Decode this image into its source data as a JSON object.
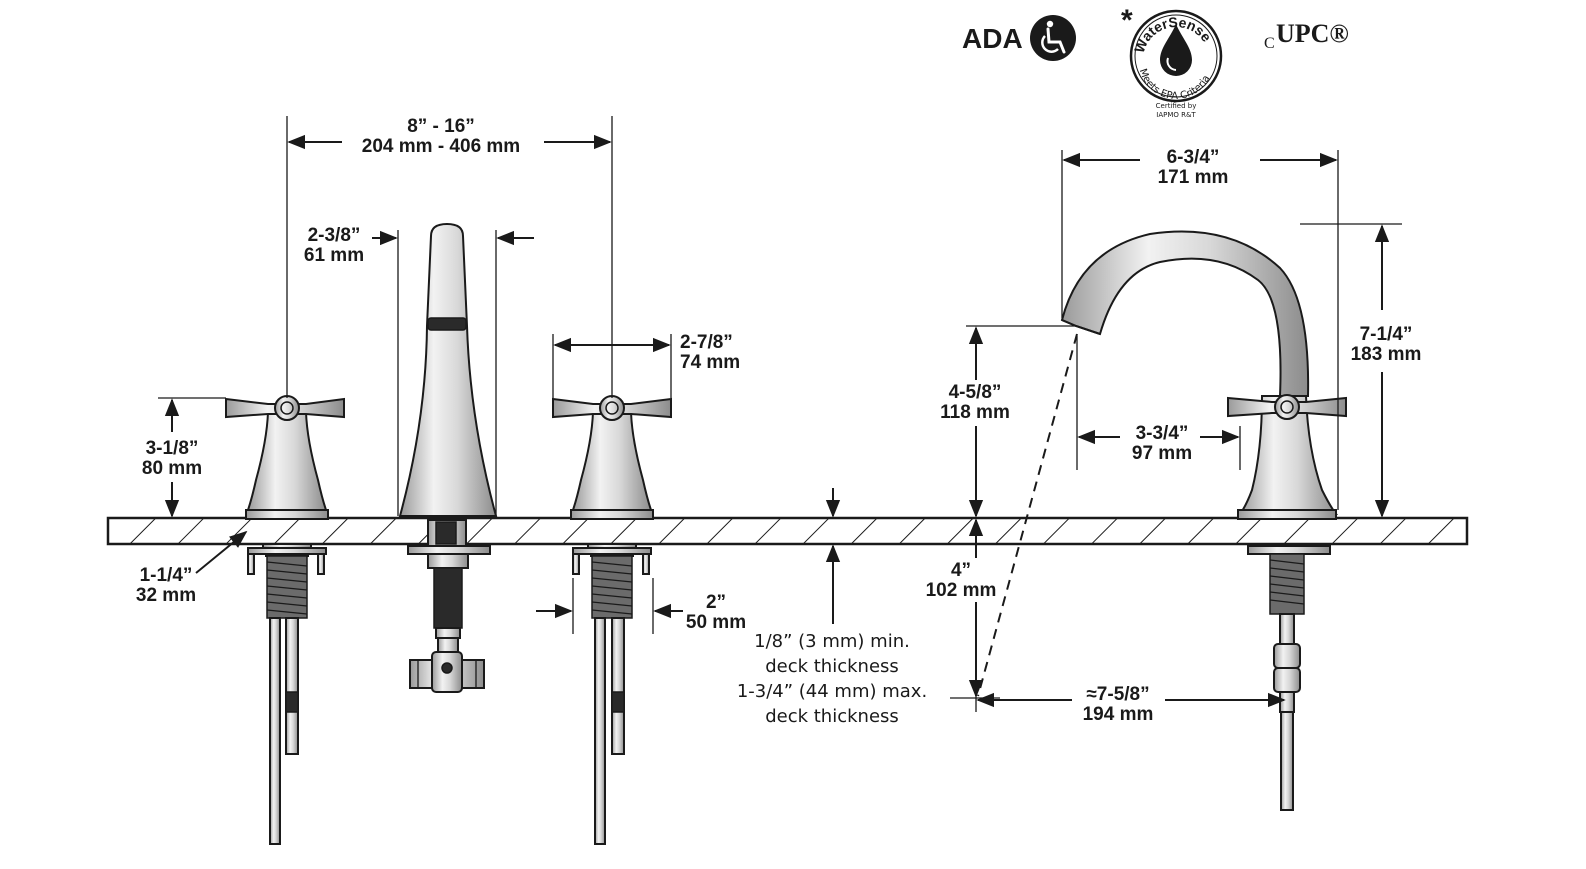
{
  "certifications": {
    "ada": "ADA",
    "watersense_brand": "WaterSense",
    "watersense_tagline": "Meets EPA Criteria",
    "watersense_cert_line1": "Certified by",
    "watersense_cert_line2": "IAPMO R&T",
    "watersense_asterisk": "*",
    "upc_prefix": "C",
    "upc_mark": "UPC®"
  },
  "front_view": {
    "spread": {
      "imperial": "8” - 16”",
      "metric": "204 mm - 406 mm"
    },
    "spout_width": {
      "imperial": "2-3/8”",
      "metric": "61 mm"
    },
    "handle_width": {
      "imperial": "2-7/8”",
      "metric": "74 mm"
    },
    "handle_height": {
      "imperial": "3-1/8”",
      "metric": "80 mm"
    },
    "hole_diameter": {
      "imperial": "1-1/4”",
      "metric": "32 mm"
    },
    "escutcheon_width": {
      "imperial": "2”",
      "metric": "50 mm"
    },
    "deck_note": {
      "line1": "1/8” (3 mm) min.",
      "line2": "deck thickness",
      "line3": "1-3/4” (44 mm) max.",
      "line4": "deck thickness"
    }
  },
  "side_view": {
    "spout_reach": {
      "imperial": "6-3/4”",
      "metric": "171 mm"
    },
    "overall_height": {
      "imperial": "7-1/4”",
      "metric": "183 mm"
    },
    "spout_height": {
      "imperial": "4-5/8”",
      "metric": "118 mm"
    },
    "aerator_to_handle": {
      "imperial": "3-3/4”",
      "metric": "97 mm"
    },
    "below_deck": {
      "imperial": "4”",
      "metric": "102 mm"
    },
    "reach_below": {
      "imperial": "≈7-5/8”",
      "metric": "194 mm"
    }
  }
}
